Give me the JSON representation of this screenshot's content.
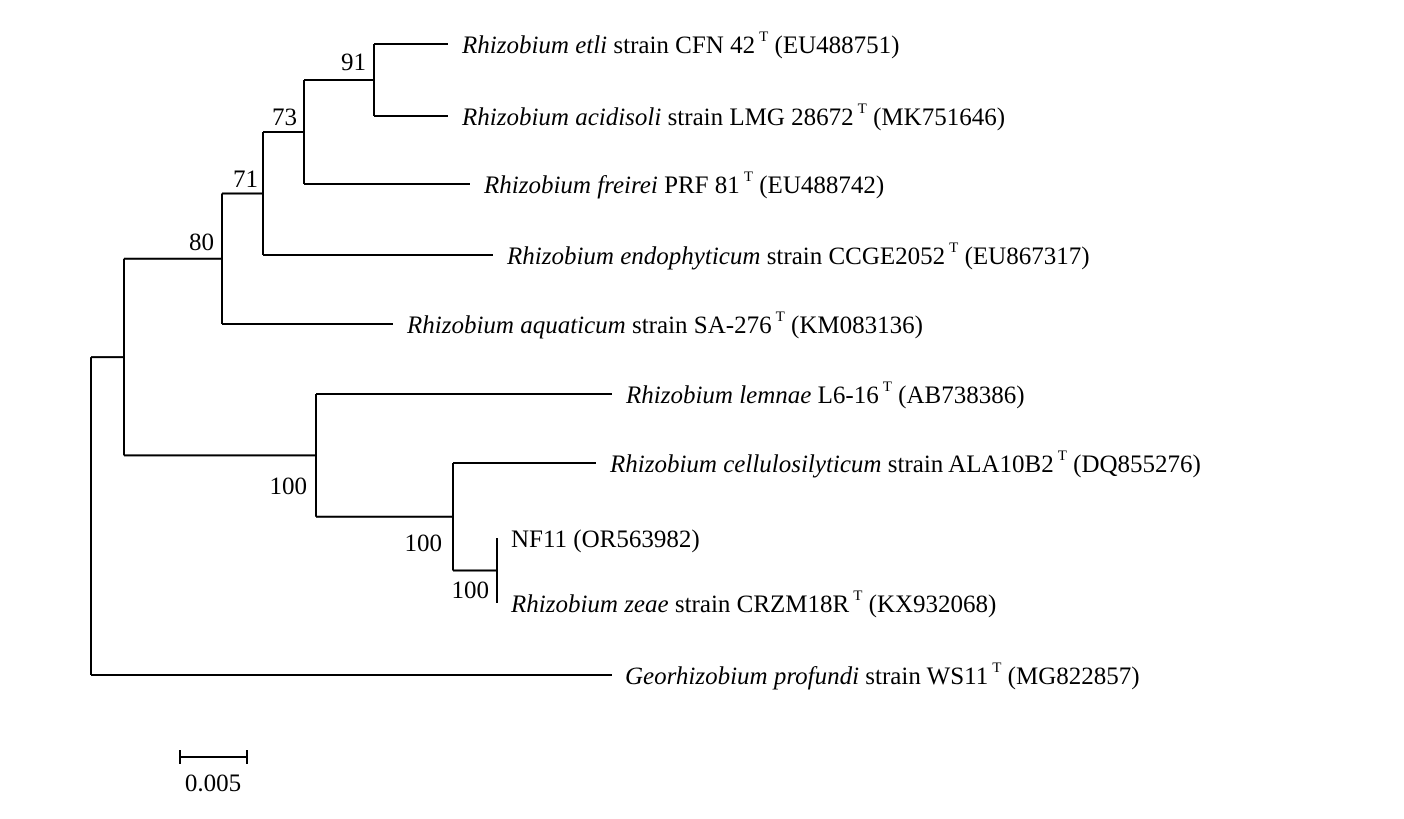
{
  "tree": {
    "taxa": [
      {
        "id": "etli",
        "italic": "Rhizobium etli",
        "rest": " strain CFN 42",
        "sup": "T",
        "acc": " (EU488751)"
      },
      {
        "id": "acidisoli",
        "italic": "Rhizobium acidisoli",
        "rest": " strain LMG 28672",
        "sup": "T",
        "acc": " (MK751646)"
      },
      {
        "id": "freirei",
        "italic": "Rhizobium freirei",
        "rest": " PRF 81",
        "sup": "T",
        "acc": " (EU488742)"
      },
      {
        "id": "endophyticum",
        "italic": "Rhizobium endophyticum",
        "rest": " strain CCGE2052",
        "sup": "T",
        "acc": " (EU867317)"
      },
      {
        "id": "aquaticum",
        "italic": "Rhizobium aquaticum",
        "rest": " strain SA-276",
        "sup": "T",
        "acc": " (KM083136)"
      },
      {
        "id": "lemnae",
        "italic": "Rhizobium lemnae",
        "rest": " L6-16",
        "sup": "T",
        "acc": " (AB738386)"
      },
      {
        "id": "cellulosilyticum",
        "italic": "Rhizobium cellulosilyticum",
        "rest": " strain ALA10B2",
        "sup": "T",
        "acc": " (DQ855276)"
      },
      {
        "id": "nf11",
        "italic": "",
        "rest": "NF11 (OR563982)",
        "sup": "",
        "acc": ""
      },
      {
        "id": "zeae",
        "italic": "Rhizobium zeae",
        "rest": " strain CRZM18R",
        "sup": "T",
        "acc": " (KX932068)"
      },
      {
        "id": "profundi",
        "italic": "Georhizobium profundi",
        "rest": " strain WS11",
        "sup": "T",
        "acc": " (MG822857)"
      }
    ],
    "bootstrap": [
      {
        "node": "n_etli_acidisoli",
        "value": "91"
      },
      {
        "node": "n_freirei",
        "value": "73"
      },
      {
        "node": "n_endophyticum",
        "value": "71"
      },
      {
        "node": "n_aquaticum",
        "value": "80"
      },
      {
        "node": "n_lemnae",
        "value": "100"
      },
      {
        "node": "n_cellulosilyticum",
        "value": "100"
      },
      {
        "node": "n_nf11_zeae",
        "value": "100"
      }
    ],
    "scale_bar": {
      "label": "0.005"
    },
    "colors": {
      "line": "#000000",
      "text": "#000000",
      "background": "#ffffff"
    }
  }
}
